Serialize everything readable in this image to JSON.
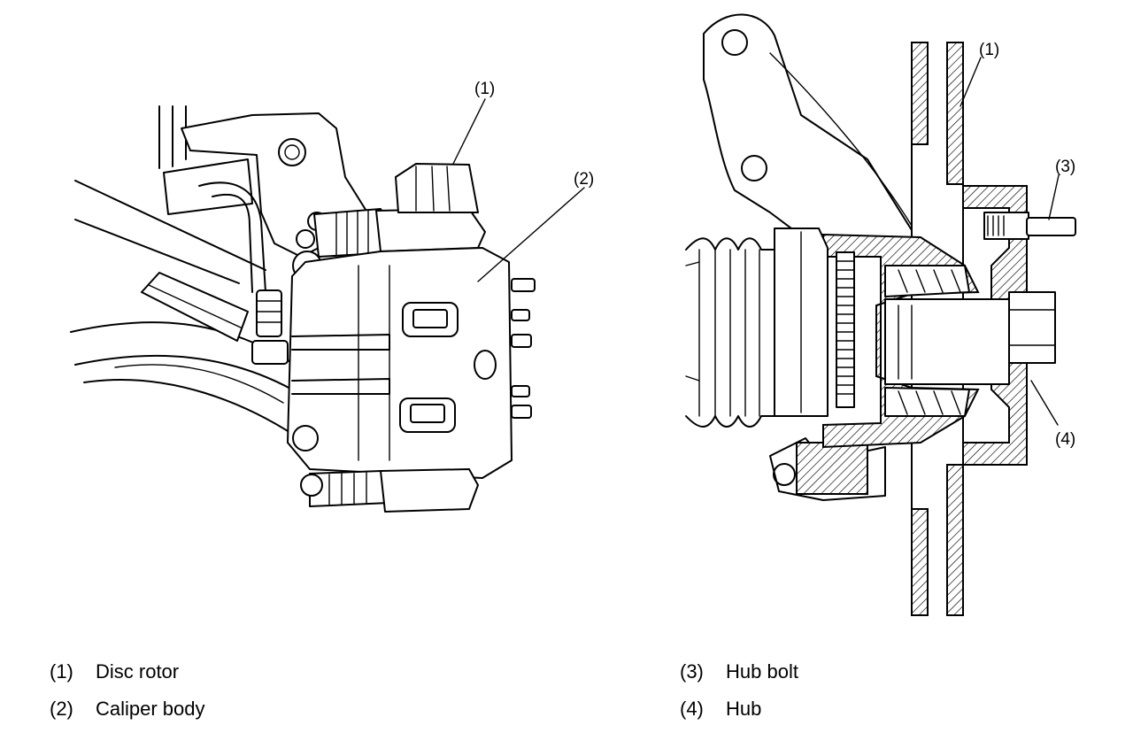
{
  "callouts": {
    "left_1": "(1)",
    "left_2": "(2)",
    "right_1": "(1)",
    "right_3": "(3)",
    "right_4": "(4)"
  },
  "legend": [
    {
      "num": "(1)",
      "text": "Disc rotor"
    },
    {
      "num": "(2)",
      "text": "Caliper body"
    },
    {
      "num": "(3)",
      "text": "Hub bolt"
    },
    {
      "num": "(4)",
      "text": "Hub"
    }
  ]
}
